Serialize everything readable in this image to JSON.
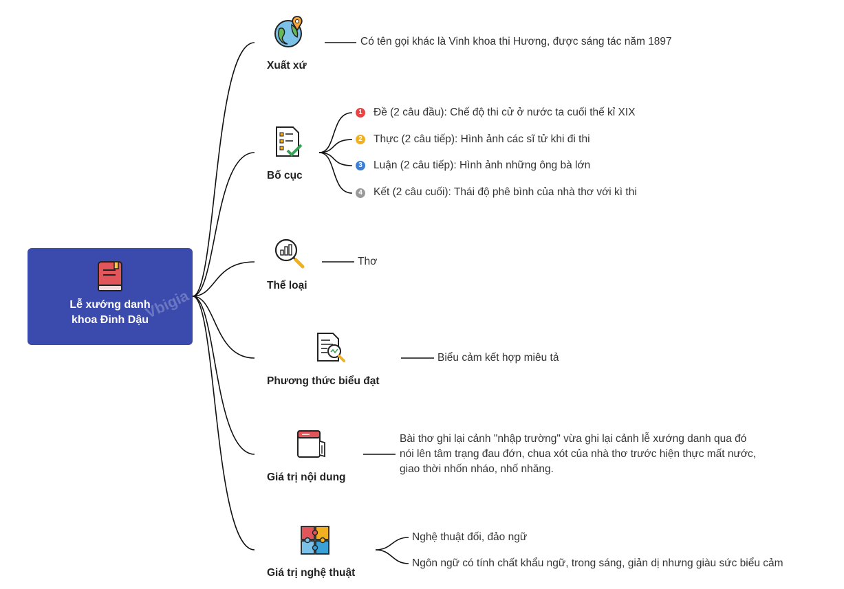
{
  "root": {
    "title_line1": "Lễ xướng danh",
    "title_line2": "khoa Đinh Dậu",
    "watermark": "Vbigia"
  },
  "branches": [
    {
      "label": "Xuất xứ",
      "icon": "globe-location-icon",
      "leaves": [
        "Có tên gọi khác là Vinh khoa thi Hương, được sáng tác năm 1897"
      ]
    },
    {
      "label": "Bố cục",
      "icon": "checklist-icon",
      "leaves": [
        {
          "badge": "1",
          "color": "#e94444",
          "text": "Đề (2 câu đầu): Chế độ thi cử ở nước ta cuối thế kỉ XIX"
        },
        {
          "badge": "2",
          "color": "#f0b020",
          "text": "Thực (2 câu tiếp): Hình ảnh các sĩ tử khi đi thi"
        },
        {
          "badge": "3",
          "color": "#3a7fd5",
          "text": "Luận (2 câu tiếp): Hình ảnh những ông bà lớn"
        },
        {
          "badge": "4",
          "color": "#9a9a9a",
          "text": "Kết (2 câu cuối): Thái độ phê bình của nhà thơ với kì thi"
        }
      ]
    },
    {
      "label": "Thể loại",
      "icon": "magnifier-chart-icon",
      "leaves": [
        "Thơ"
      ]
    },
    {
      "label": "Phương thức biểu đạt",
      "icon": "document-search-icon",
      "leaves": [
        "Biểu cảm kết hợp miêu tả"
      ]
    },
    {
      "label": "Giá trị nội dung",
      "icon": "calendar-book-icon",
      "leaves": [
        {
          "line1": "Bài thơ ghi lại cảnh \"nhập trường\" vừa ghi lại cảnh lễ xướng danh qua đó",
          "line2": "nói lên tâm trạng đau đớn, chua xót của nhà thơ trước hiện thực mất nước,",
          "line3": "giao thời nhốn nháo, nhố nhăng."
        }
      ]
    },
    {
      "label": "Giá trị nghệ thuật",
      "icon": "puzzle-icon",
      "leaves": [
        "Nghệ thuật đối, đảo ngữ",
        "Ngôn ngữ có tính chất khẩu ngữ, trong sáng, giản dị nhưng giàu sức biểu cảm"
      ]
    }
  ]
}
